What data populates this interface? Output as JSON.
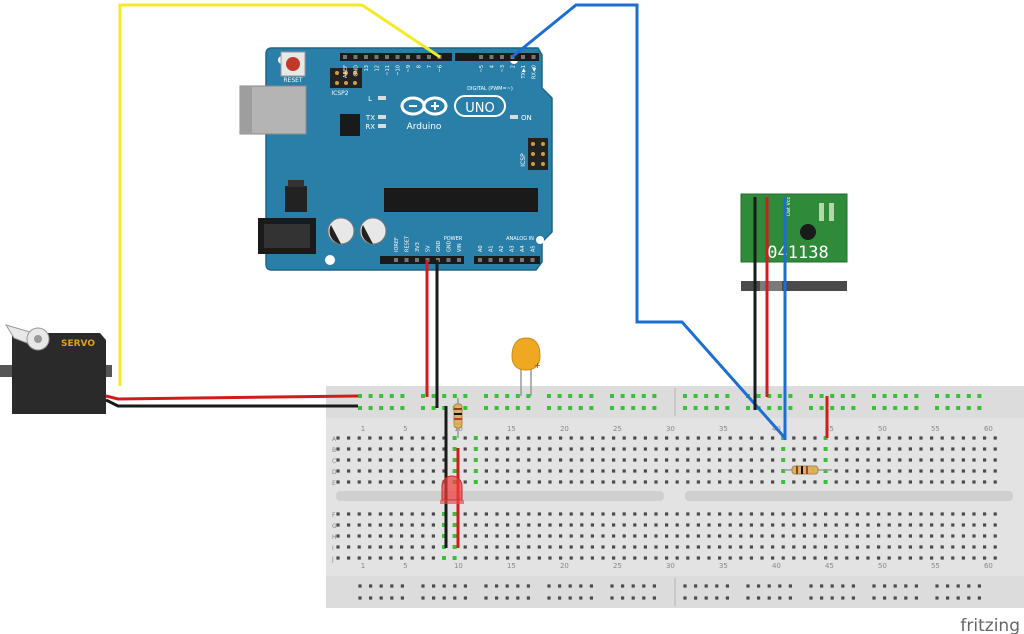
{
  "arduino": {
    "reset_label": "RESET",
    "icsp2_label": "ICSP2",
    "icsp_label": "ICSP",
    "led_l": "L",
    "led_tx": "TX",
    "led_rx": "RX",
    "on_label": "ON",
    "uno_label": "UNO",
    "brand": "Arduino",
    "digital_label": "DIGITAL (PWM=~)",
    "power_label": "POWER",
    "analog_label": "ANALOG IN",
    "digital_pins": [
      "AREF",
      "GND",
      "13",
      "12",
      "~11",
      "~10",
      "~9",
      "8",
      "7",
      "~6",
      "~5",
      "4",
      "~3",
      "2",
      "TX▶1",
      "RX◀0"
    ],
    "power_pins": [
      "IOREF",
      "RESET",
      "3V3",
      "5V",
      "GND",
      "GND",
      "VIN"
    ],
    "analog_pins": [
      "A0",
      "A1",
      "A2",
      "A3",
      "A4",
      "A5"
    ]
  },
  "servo": {
    "label": "SERVO"
  },
  "rf_module": {
    "code": "041138",
    "top_label": "Dat Vcc"
  },
  "breadboard": {
    "col_numbers": [
      "1",
      "5",
      "10",
      "15",
      "20",
      "25",
      "30",
      "35",
      "40",
      "45",
      "50",
      "55",
      "60"
    ],
    "rows_top": [
      "A",
      "B",
      "C",
      "D",
      "E"
    ],
    "rows_bottom": [
      "F",
      "G",
      "H",
      "I",
      "J"
    ]
  },
  "brand": {
    "fritzing": "fritzing"
  },
  "colors": {
    "board": "#2a7fa8",
    "yellow_wire": "#f4ea2a",
    "blue_wire": "#1c6fd1",
    "red_wire": "#d21c1c",
    "black_wire": "#1a1a1a",
    "rf_board": "#2f8a3a",
    "breadboard": "#e6e6e6"
  }
}
